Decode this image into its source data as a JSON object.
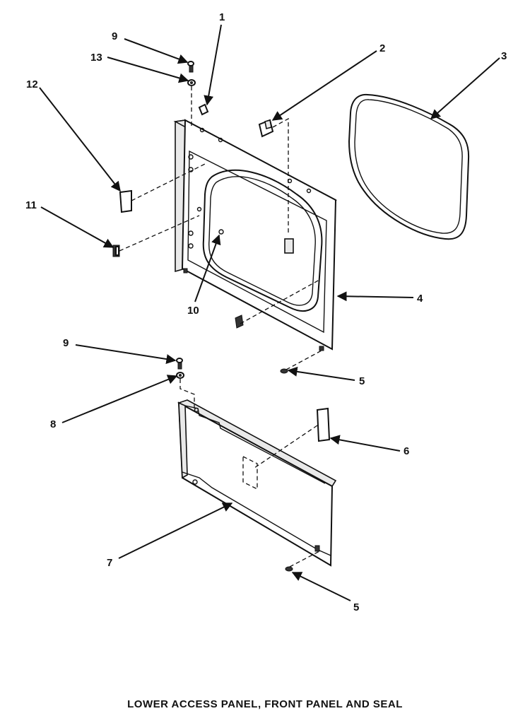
{
  "caption": "LOWER ACCESS PANEL, FRONT PANEL AND SEAL",
  "callouts": {
    "c1": "1",
    "c2": "2",
    "c3": "3",
    "c4": "4",
    "c5a": "5",
    "c5b": "5",
    "c6": "6",
    "c7": "7",
    "c8": "8",
    "c9a": "9",
    "c9b": "9",
    "c10": "10",
    "c11": "11",
    "c12": "12",
    "c13": "13"
  }
}
